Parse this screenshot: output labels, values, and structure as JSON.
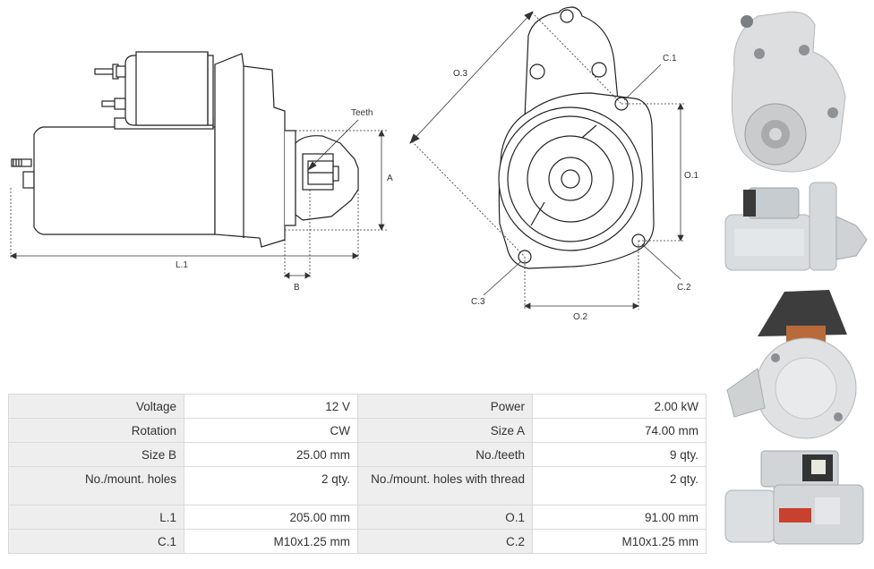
{
  "side_view": {
    "label_teeth": "Teeth",
    "label_a": "A",
    "label_b": "B",
    "label_l1": "L.1"
  },
  "front_view": {
    "label_o3": "O.3",
    "label_c1": "C.1",
    "label_o1": "O.1",
    "label_c2": "C.2",
    "label_c3": "C.3",
    "label_o2": "O.2"
  },
  "photos": [
    {
      "name": "photo-front-flange"
    },
    {
      "name": "photo-side"
    },
    {
      "name": "photo-rear"
    },
    {
      "name": "photo-side-labeled"
    }
  ],
  "specs": [
    [
      {
        "k": "Voltage",
        "v": "12 V"
      },
      {
        "k": "Power",
        "v": "2.00 kW"
      }
    ],
    [
      {
        "k": "Rotation",
        "v": "CW"
      },
      {
        "k": "Size A",
        "v": "74.00 mm"
      }
    ],
    [
      {
        "k": "Size B",
        "v": "25.00 mm"
      },
      {
        "k": "No./teeth",
        "v": "9 qty."
      }
    ],
    [
      {
        "k": "No./mount. holes",
        "v": "2 qty."
      },
      {
        "k": "No./mount. holes with thread",
        "v": "2 qty."
      }
    ],
    [
      {
        "k": "L.1",
        "v": "205.00 mm"
      },
      {
        "k": "O.1",
        "v": "91.00 mm"
      }
    ],
    [
      {
        "k": "C.1",
        "v": "M10x1.25 mm"
      },
      {
        "k": "C.2",
        "v": "M10x1.25 mm"
      }
    ]
  ]
}
